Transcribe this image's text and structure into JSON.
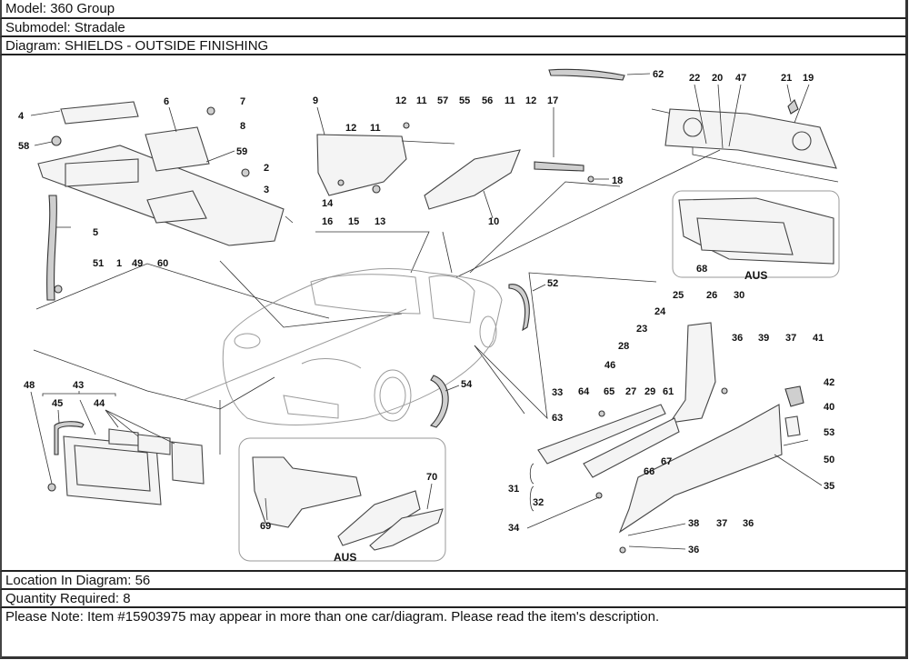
{
  "header": {
    "model": "Model: 360 Group",
    "submodel": "Submodel: Stradale",
    "diagram": "Diagram: SHIELDS - OUTSIDE FINISHING"
  },
  "footer": {
    "location": "Location In Diagram: 56",
    "quantity": "Quantity Required: 8",
    "note": "Please Note: Item #15903975 may appear in more than one car/diagram. Please read the item's description."
  },
  "diagram": {
    "region_labels": {
      "aus_rear": "AUS",
      "aus_front": "AUS"
    },
    "callouts": {
      "front_hood": [
        "4",
        "6",
        "7",
        "8",
        "58",
        "59",
        "2",
        "3",
        "5",
        "51",
        "1",
        "49",
        "60"
      ],
      "front_bumper": [
        "9",
        "12",
        "11",
        "57",
        "55",
        "56",
        "11",
        "12",
        "12",
        "11",
        "14",
        "16",
        "15",
        "13",
        "10"
      ],
      "badge_front": [
        "17",
        "18"
      ],
      "rear": [
        "62",
        "22",
        "20",
        "47",
        "21",
        "19"
      ],
      "rear_aus": [
        "68"
      ],
      "arch": [
        "52",
        "54"
      ],
      "sill": [
        "25",
        "26",
        "30",
        "24",
        "23",
        "28",
        "46",
        "27",
        "29",
        "61",
        "36",
        "39",
        "37",
        "41",
        "42",
        "40",
        "53",
        "50",
        "35",
        "33",
        "64",
        "65",
        "63",
        "66",
        "67",
        "31",
        "32",
        "34",
        "38",
        "37",
        "36",
        "36"
      ],
      "underbody": [
        "48",
        "43",
        "45",
        "44"
      ],
      "front_aus": [
        "69",
        "70"
      ]
    }
  }
}
